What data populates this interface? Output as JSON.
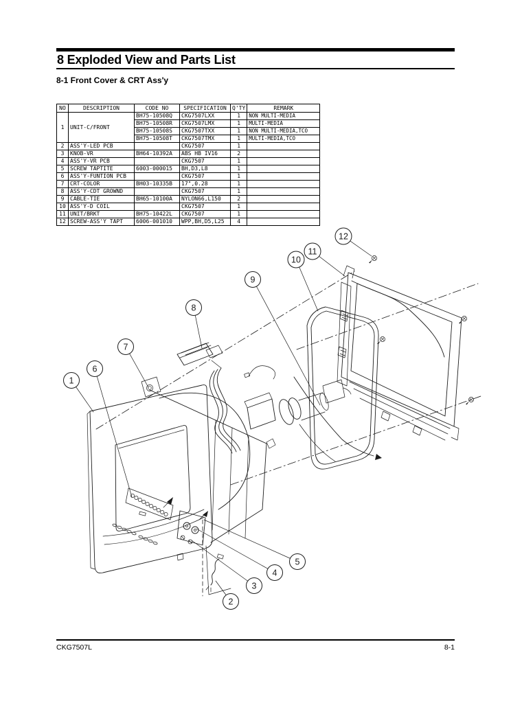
{
  "header": {
    "chapter_title": "8 Exploded View and Parts List",
    "section_title": "8-1 Front Cover & CRT Ass'y"
  },
  "parts_table": {
    "headers": [
      "NO",
      "DESCRIPTION",
      "CODE NO",
      "SPECIFICATION",
      "Q'TY",
      "REMARK"
    ],
    "rows": [
      {
        "no": "1",
        "desc": "UNIT-C/FRONT",
        "code": "BH75-10508Q",
        "spec": "CKG7507LXX",
        "qty": "1",
        "remark": "NON MULTI-MEDIA"
      },
      {
        "code": "BH75-10508R",
        "spec": "CKG7507LMX",
        "qty": "1",
        "remark": "MULTI-MEDIA"
      },
      {
        "code": "BH75-10508S",
        "spec": "CKG7507TXX",
        "qty": "1",
        "remark": "NON MULTI-MEDIA,TCO"
      },
      {
        "code": "BH75-10508T",
        "spec": "CKG7507TMX",
        "qty": "1",
        "remark": "MULTI-MEDIA,TCO"
      },
      {
        "no": "2",
        "desc": "ASS'Y-LED PCB",
        "code": "",
        "spec": "CKG7507",
        "qty": "1",
        "remark": ""
      },
      {
        "no": "3",
        "desc": "KNOB-VR",
        "code": "BH64-10392A",
        "spec": "ABS HB IV16",
        "qty": "2",
        "remark": ""
      },
      {
        "no": "4",
        "desc": "ASS'Y-VR PCB",
        "code": "",
        "spec": "CKG7507",
        "qty": "1",
        "remark": ""
      },
      {
        "no": "5",
        "desc": "SCREW TAPTITE",
        "code": "6003-000015",
        "spec": "BH,D3,L8",
        "qty": "1",
        "remark": ""
      },
      {
        "no": "6",
        "desc": "ASS'Y-FUNTION PCB",
        "code": "",
        "spec": "CKG7507",
        "qty": "1",
        "remark": ""
      },
      {
        "no": "7",
        "desc": "CRT-COLOR",
        "code": "BH03-10335B",
        "spec": "17\",0.28",
        "qty": "1",
        "remark": ""
      },
      {
        "no": "8",
        "desc": "ASS'Y-CDT GROWND",
        "code": "",
        "spec": "CKG7507",
        "qty": "1",
        "remark": ""
      },
      {
        "no": "9",
        "desc": "CABLE-TIE",
        "code": "BH65-10100A",
        "spec": "NYLON66,L150",
        "qty": "2",
        "remark": ""
      },
      {
        "no": "10",
        "desc": "ASS'Y-D COIL",
        "code": "",
        "spec": "CKG7507",
        "qty": "1",
        "remark": ""
      },
      {
        "no": "11",
        "desc": "UNIT/BRKT",
        "code": "BH75-10422L",
        "spec": "CKG7507",
        "qty": "1",
        "remark": ""
      },
      {
        "no": "12",
        "desc": "SCREW-ASS'Y TAPT",
        "code": "6006-001010",
        "spec": "WPP,BH,D5,L25",
        "qty": "4",
        "remark": ""
      }
    ]
  },
  "diagram": {
    "callouts": [
      {
        "label": "1"
      },
      {
        "label": "2"
      },
      {
        "label": "3"
      },
      {
        "label": "4"
      },
      {
        "label": "5"
      },
      {
        "label": "6"
      },
      {
        "label": "7"
      },
      {
        "label": "8"
      },
      {
        "label": "9"
      },
      {
        "label": "10"
      },
      {
        "label": "11"
      },
      {
        "label": "12"
      }
    ]
  },
  "footer": {
    "model": "CKG7507L",
    "page": "8-1"
  }
}
